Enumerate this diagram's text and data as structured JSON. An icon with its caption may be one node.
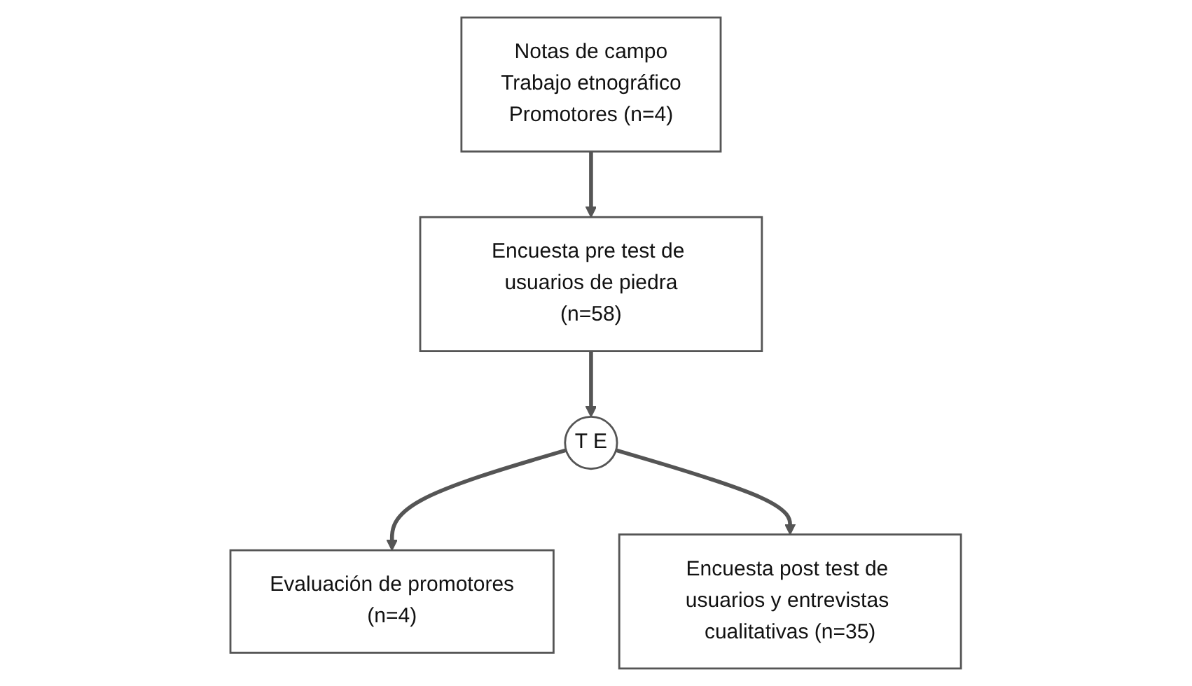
{
  "diagram": {
    "nodes": [
      {
        "text": [
          "Notas de campo",
          "Trabajo etnográfico",
          "Promotores (n=4)"
        ]
      },
      {
        "text": [
          "Encuesta pre test de usuarios de piedra",
          "(n=58)"
        ]
      },
      {
        "text": [
          "T E"
        ]
      },
      {
        "text": [
          "Evaluación de promotores",
          "(n=4)"
        ]
      },
      {
        "text": [
          "Encuesta post test de usuarios y entrevistas cualitativas (n=35)"
        ]
      }
    ],
    "edges": [
      {
        "from": 0,
        "to": 1,
        "arrow": "to"
      },
      {
        "from": 1,
        "to": 2,
        "arrow": "to"
      },
      {
        "from": 2,
        "to": 3,
        "arrow": "to"
      },
      {
        "from": 2,
        "to": 4,
        "arrow": "to"
      }
    ]
  }
}
